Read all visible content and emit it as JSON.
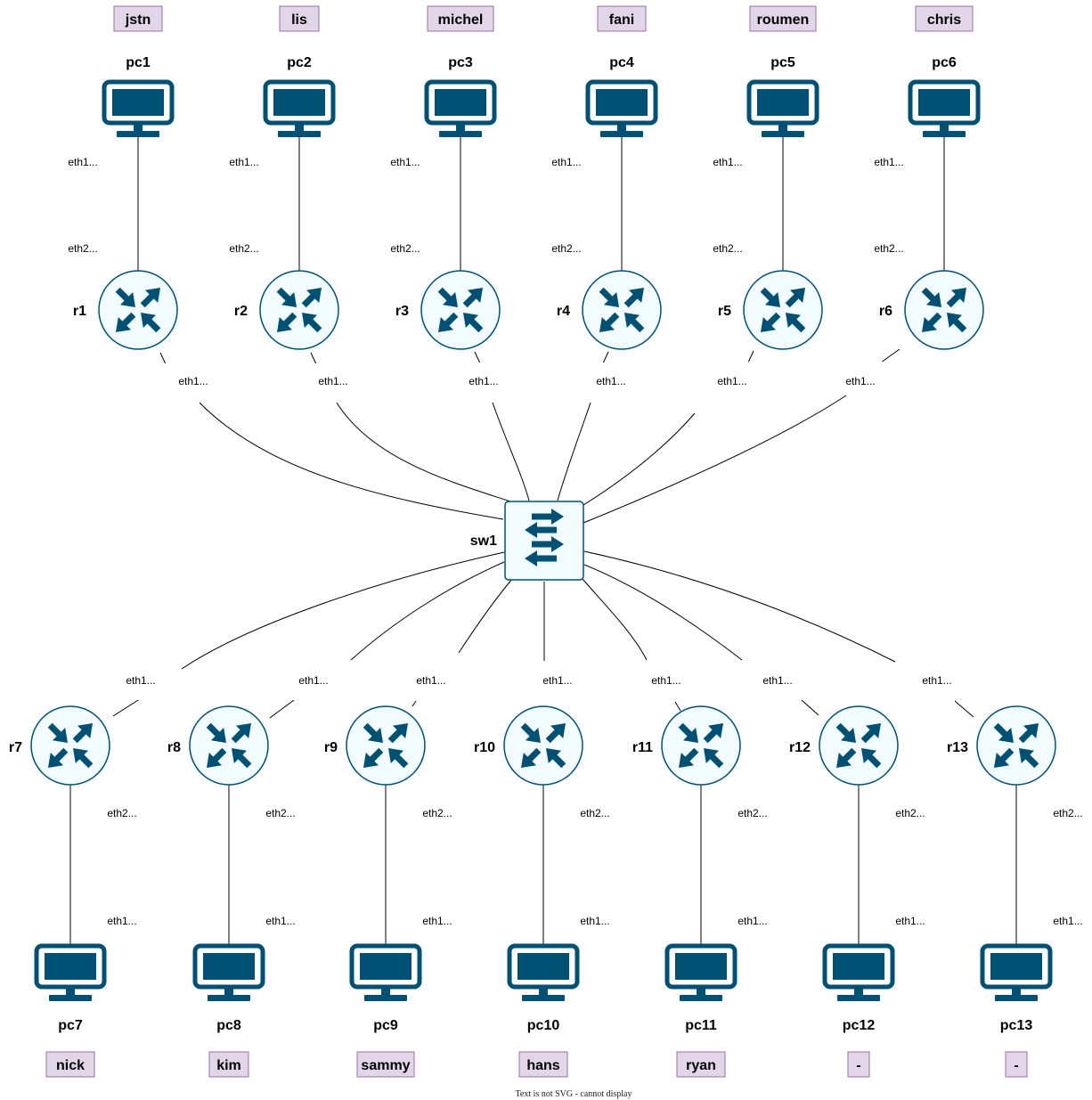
{
  "colors": {
    "device": "#005073",
    "router_fill": "#f2fbfe",
    "tag_fill": "#e1d5e7",
    "tag_border": "#9673a6",
    "link": "#000000"
  },
  "icons": {
    "pc": "monitor-icon",
    "router": "router-icon",
    "switch": "switch-icon"
  },
  "switch": {
    "name": "sw1"
  },
  "top": [
    {
      "pc": "pc1",
      "user": "jstn",
      "router": "r1",
      "pc_port": "eth1...",
      "router_port": "eth2...",
      "sw_port": "eth1..."
    },
    {
      "pc": "pc2",
      "user": "lis",
      "router": "r2",
      "pc_port": "eth1...",
      "router_port": "eth2...",
      "sw_port": "eth1..."
    },
    {
      "pc": "pc3",
      "user": "michel",
      "router": "r3",
      "pc_port": "eth1...",
      "router_port": "eth2...",
      "sw_port": "eth1..."
    },
    {
      "pc": "pc4",
      "user": "fani",
      "router": "r4",
      "pc_port": "eth1...",
      "router_port": "eth2...",
      "sw_port": "eth1..."
    },
    {
      "pc": "pc5",
      "user": "roumen",
      "router": "r5",
      "pc_port": "eth1...",
      "router_port": "eth2...",
      "sw_port": "eth1..."
    },
    {
      "pc": "pc6",
      "user": "chris",
      "router": "r6",
      "pc_port": "eth1...",
      "router_port": "eth2...",
      "sw_port": "eth1..."
    }
  ],
  "bottom": [
    {
      "pc": "pc7",
      "user": "nick",
      "router": "r7",
      "sw_port": "eth1...",
      "router_port": "eth2...",
      "pc_port": "eth1..."
    },
    {
      "pc": "pc8",
      "user": "kim",
      "router": "r8",
      "sw_port": "eth1...",
      "router_port": "eth2...",
      "pc_port": "eth1..."
    },
    {
      "pc": "pc9",
      "user": "sammy",
      "router": "r9",
      "sw_port": "eth1...",
      "router_port": "eth2...",
      "pc_port": "eth1..."
    },
    {
      "pc": "pc10",
      "user": "hans",
      "router": "r10",
      "sw_port": "eth1...",
      "router_port": "eth2...",
      "pc_port": "eth1..."
    },
    {
      "pc": "pc11",
      "user": "ryan",
      "router": "r11",
      "sw_port": "eth1...",
      "router_port": "eth2...",
      "pc_port": "eth1..."
    },
    {
      "pc": "pc12",
      "user": "-",
      "router": "r12",
      "sw_port": "eth1...",
      "router_port": "eth2...",
      "pc_port": "eth1..."
    },
    {
      "pc": "pc13",
      "user": "-",
      "router": "r13",
      "sw_port": "eth1...",
      "router_port": "eth2...",
      "pc_port": "eth1..."
    }
  ],
  "footer": "Text is not SVG - cannot display"
}
